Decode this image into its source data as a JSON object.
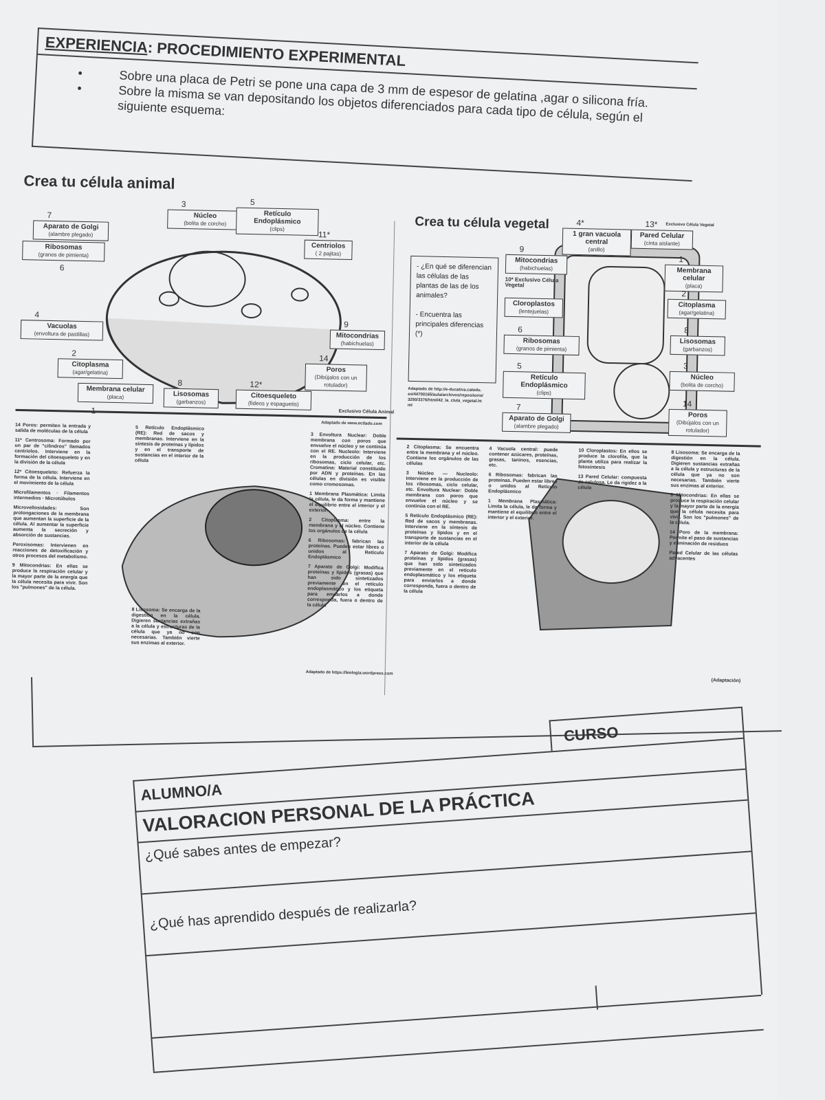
{
  "header": {
    "title_underlined": "EXPERIENCIA",
    "title_rest": ": PROCEDIMIENTO EXPERIMENTAL",
    "bullets": [
      "Sobre una placa de Petri se pone una capa de 3 mm de espesor de gelatina ,agar o silicona fría.",
      "Sobre la misma se van depositando los objetos diferenciados para cada tipo de célula, según el siguiente esquema:"
    ]
  },
  "animal": {
    "title": "Crea tu célula animal",
    "exclusive_note": "Exclusivo Célula Animal",
    "source": "Adaptado de www.ectlado.com",
    "labels": [
      {
        "num": "7",
        "name": "Aparato de Golgi",
        "material": "(alambre plegado)"
      },
      {
        "num": "",
        "name": "Ribosomas",
        "material": "(granos de pimienta)"
      },
      {
        "num": "3",
        "name": "Núcleo",
        "material": "(bolita de corcho)"
      },
      {
        "num": "5",
        "name": "Retículo Endoplásmico",
        "material": "(clips)"
      },
      {
        "num": "11*",
        "name": "Centriolos",
        "material": "( 2 pajitas)"
      },
      {
        "num": "4",
        "name": "Vacuolas",
        "material": "(envoltura de pastillas)"
      },
      {
        "num": "9",
        "name": "Mitocondrias",
        "material": "(habichuelas)"
      },
      {
        "num": "2",
        "name": "Citoplasma",
        "material": "(agar/gelatina)"
      },
      {
        "num": "14",
        "name": "Poros",
        "material": "(Dibújalos con un rotulador)"
      },
      {
        "num": "1",
        "name": "Membrana celular",
        "material": "(placa)"
      },
      {
        "num": "8",
        "name": "Lisosomas",
        "material": "(garbanzos)"
      },
      {
        "num": "12*",
        "name": "Citoesqueleto",
        "material": "(fideos y espaguetis)"
      }
    ],
    "ribosomas_num": "6"
  },
  "vegetal": {
    "title": "Crea tu célula vegetal",
    "question": [
      "- ¿En qué se diferencian las células de las plantas de las de los animales?",
      "- Encuentra las principales diferencias (*)"
    ],
    "exclusive_10": "10* Exclusivo Célula Vegetal",
    "exclusive_13": "Exclusivo Célula Vegetal",
    "source": "Adaptado de http://e-ducativa.catedu.es/44700165/aula/archivos/repositorio/3250/3376/html/42_la_clula_vegetal.html",
    "labels": [
      {
        "num": "4*",
        "name": "1 gran vacuola central",
        "material": "(anillo)"
      },
      {
        "num": "13*",
        "name": "Pared Celular",
        "material": "(cinta aislante)"
      },
      {
        "num": "9",
        "name": "Mitocondrias",
        "material": "(habichuelas)"
      },
      {
        "num": "1",
        "name": "Membrana celular",
        "material": "(placa)"
      },
      {
        "num": "",
        "name": "Cloroplastos",
        "material": "(lentejuelas)"
      },
      {
        "num": "2",
        "name": "Citoplasma",
        "material": "(agar/gelatina)"
      },
      {
        "num": "6",
        "name": "Ribosomas",
        "material": "(granos de pimienta)"
      },
      {
        "num": "8",
        "name": "Lisosomas",
        "material": "(garbanzos)"
      },
      {
        "num": "5",
        "name": "Retículo Endoplásmico",
        "material": "(clips)"
      },
      {
        "num": "3",
        "name": "Núcleo",
        "material": "(bolita de corcho)"
      },
      {
        "num": "7",
        "name": "Aparato de Golgi",
        "material": "(alambre plegado)"
      },
      {
        "num": "14",
        "name": "Poros",
        "material": "(Dibújalos con un rotulador)"
      }
    ]
  },
  "animal_detail": {
    "source": "Adaptado de https://biologia.wordpress.com",
    "descriptions": [
      "14 Poros: permiten la entrada y salida de moléculas de la célula",
      "11* Centrosoma: Formado por un par de \"cilindros\" llamados centriolos. Interviene en la formación del citoesqueleto y en la división de la célula",
      "12* Citoesqueleto: Refuerza la forma de la célula. Interviene en el movimiento de la célula",
      "Microfilamentos · Filamentos intermedios · Microtúbulos",
      "Microvellosidades: Son prolongaciones de la membrana que aumentan la superficie de la célula. Al aumentar la superficie aumenta la secreción y absorción de sustancias.",
      "Peroxisomas: Intervienen en reacciones de detoxificación y otros procesos del metabolismo.",
      "9 Mitocondrias: En ellas se produce la respiración celular y la mayor parte de la energía que la célula necesita para vivir. Son los \"pulmones\" de la célula.",
      "5 Retículo Endoplásmico (RE): Red de sacos y membranas. Interviene en la síntesis de proteínas y lípidos y en el transporte de sustancias en el interior de la célula",
      "3 Envoltura Nuclear: Doble membrana con poros que envuelve el núcleo y se continúa con el RE. Nucleolo: Interviene en la producción de los ribosomas, ciclo celular, etc. Cromatina: Material constituido por ADN y proteínas. En las células en división es visible como cromosomas.",
      "1 Membrana Plasmática: Limita la célula, le da forma y mantiene el equilibrio entre el interior y el exterior.",
      "2 Citoplasma: entre la membrana y el núcleo. Contiene los orgánulos de la célula",
      "6 Ribosomas: fabrican las proteínas. Pueden estar libres o unidos al Retículo Endoplásmico",
      "7 Aparato de Golgi: Modifica proteínas y lípidos (grasas) que han sido sintetizados previamente en el retículo endoplasmático y los etiqueta para enviarlos a donde corresponda, fuera o dentro de la célula",
      "8 Lisosoma: Se encarga de la digestión en la célula. Digieren sustancias extrañas a la célula y estructuras de la célula que ya no son necesarias. También vierte sus enzimas al exterior."
    ]
  },
  "vegetal_detail": {
    "source": "(Adaptación)",
    "descriptions": [
      "2 Citoplasma: Se encuentra entre la membrana y el núcleo. Contiene los orgánulos de las células",
      "4 Vacuola central: puede contener azúcares, proteínas, grasas, taninos, esencias, etc.",
      "10 Cloroplastos: En ellos se produce la clorofila, que la planta utiliza para realizar la fotosíntesis",
      "8 Lisosoma: Se encarga de la digestión en la célula. Digieren sustancias extrañas a la célula y estructuras de la célula que ya no son necesarias. También vierte sus enzimas al exterior.",
      "3 Núcleo — Nucleolo: Interviene en la producción de los ribosomas, ciclo celular, etc. Envoltura Nuclear: Doble membrana con poros que envuelve el núcleo y se continúa con el RE.",
      "9 Mitocondrias: En ellas se produce la respiración celular y la mayor parte de la energía que la célula necesita para vivir. Son los \"pulmones\" de la célula.",
      "14 Poro de la membrana: Permite el paso de sustancias y eliminación de residuos",
      "Pared Celular de las células adyacentes",
      "5 Retículo Endoplásmico (RE): Red de sacos y membranas. Interviene en la síntesis de proteínas y lípidos y en el transporte de sustancias en el interior de la célula",
      "6 Ribosomas: fabrican las proteínas. Pueden estar libres o unidos al Retículo Endoplásmico",
      "13 Pared Celular: compuesta de celulosa. Le da rigidez a la célula",
      "1 Membrana Plasmática: Limita la célula, le da forma y mantiene el equilibrio entre el interior y el exterior.",
      "7 Aparato de Golgi: Modifica proteínas y lípidos (grasas) que han sido sintetizados previamente en el retículo endoplasmático y los etiqueta para enviarlos a donde corresponda, fuera o dentro de la célula"
    ]
  },
  "form": {
    "curso": "CURSO",
    "alumno": "ALUMNO/A",
    "valoracion": "VALORACION PERSONAL DE LA PRÁCTICA",
    "q1": "¿Qué sabes antes de empezar?",
    "q2": "¿Qué has aprendido después de realizarla?"
  }
}
